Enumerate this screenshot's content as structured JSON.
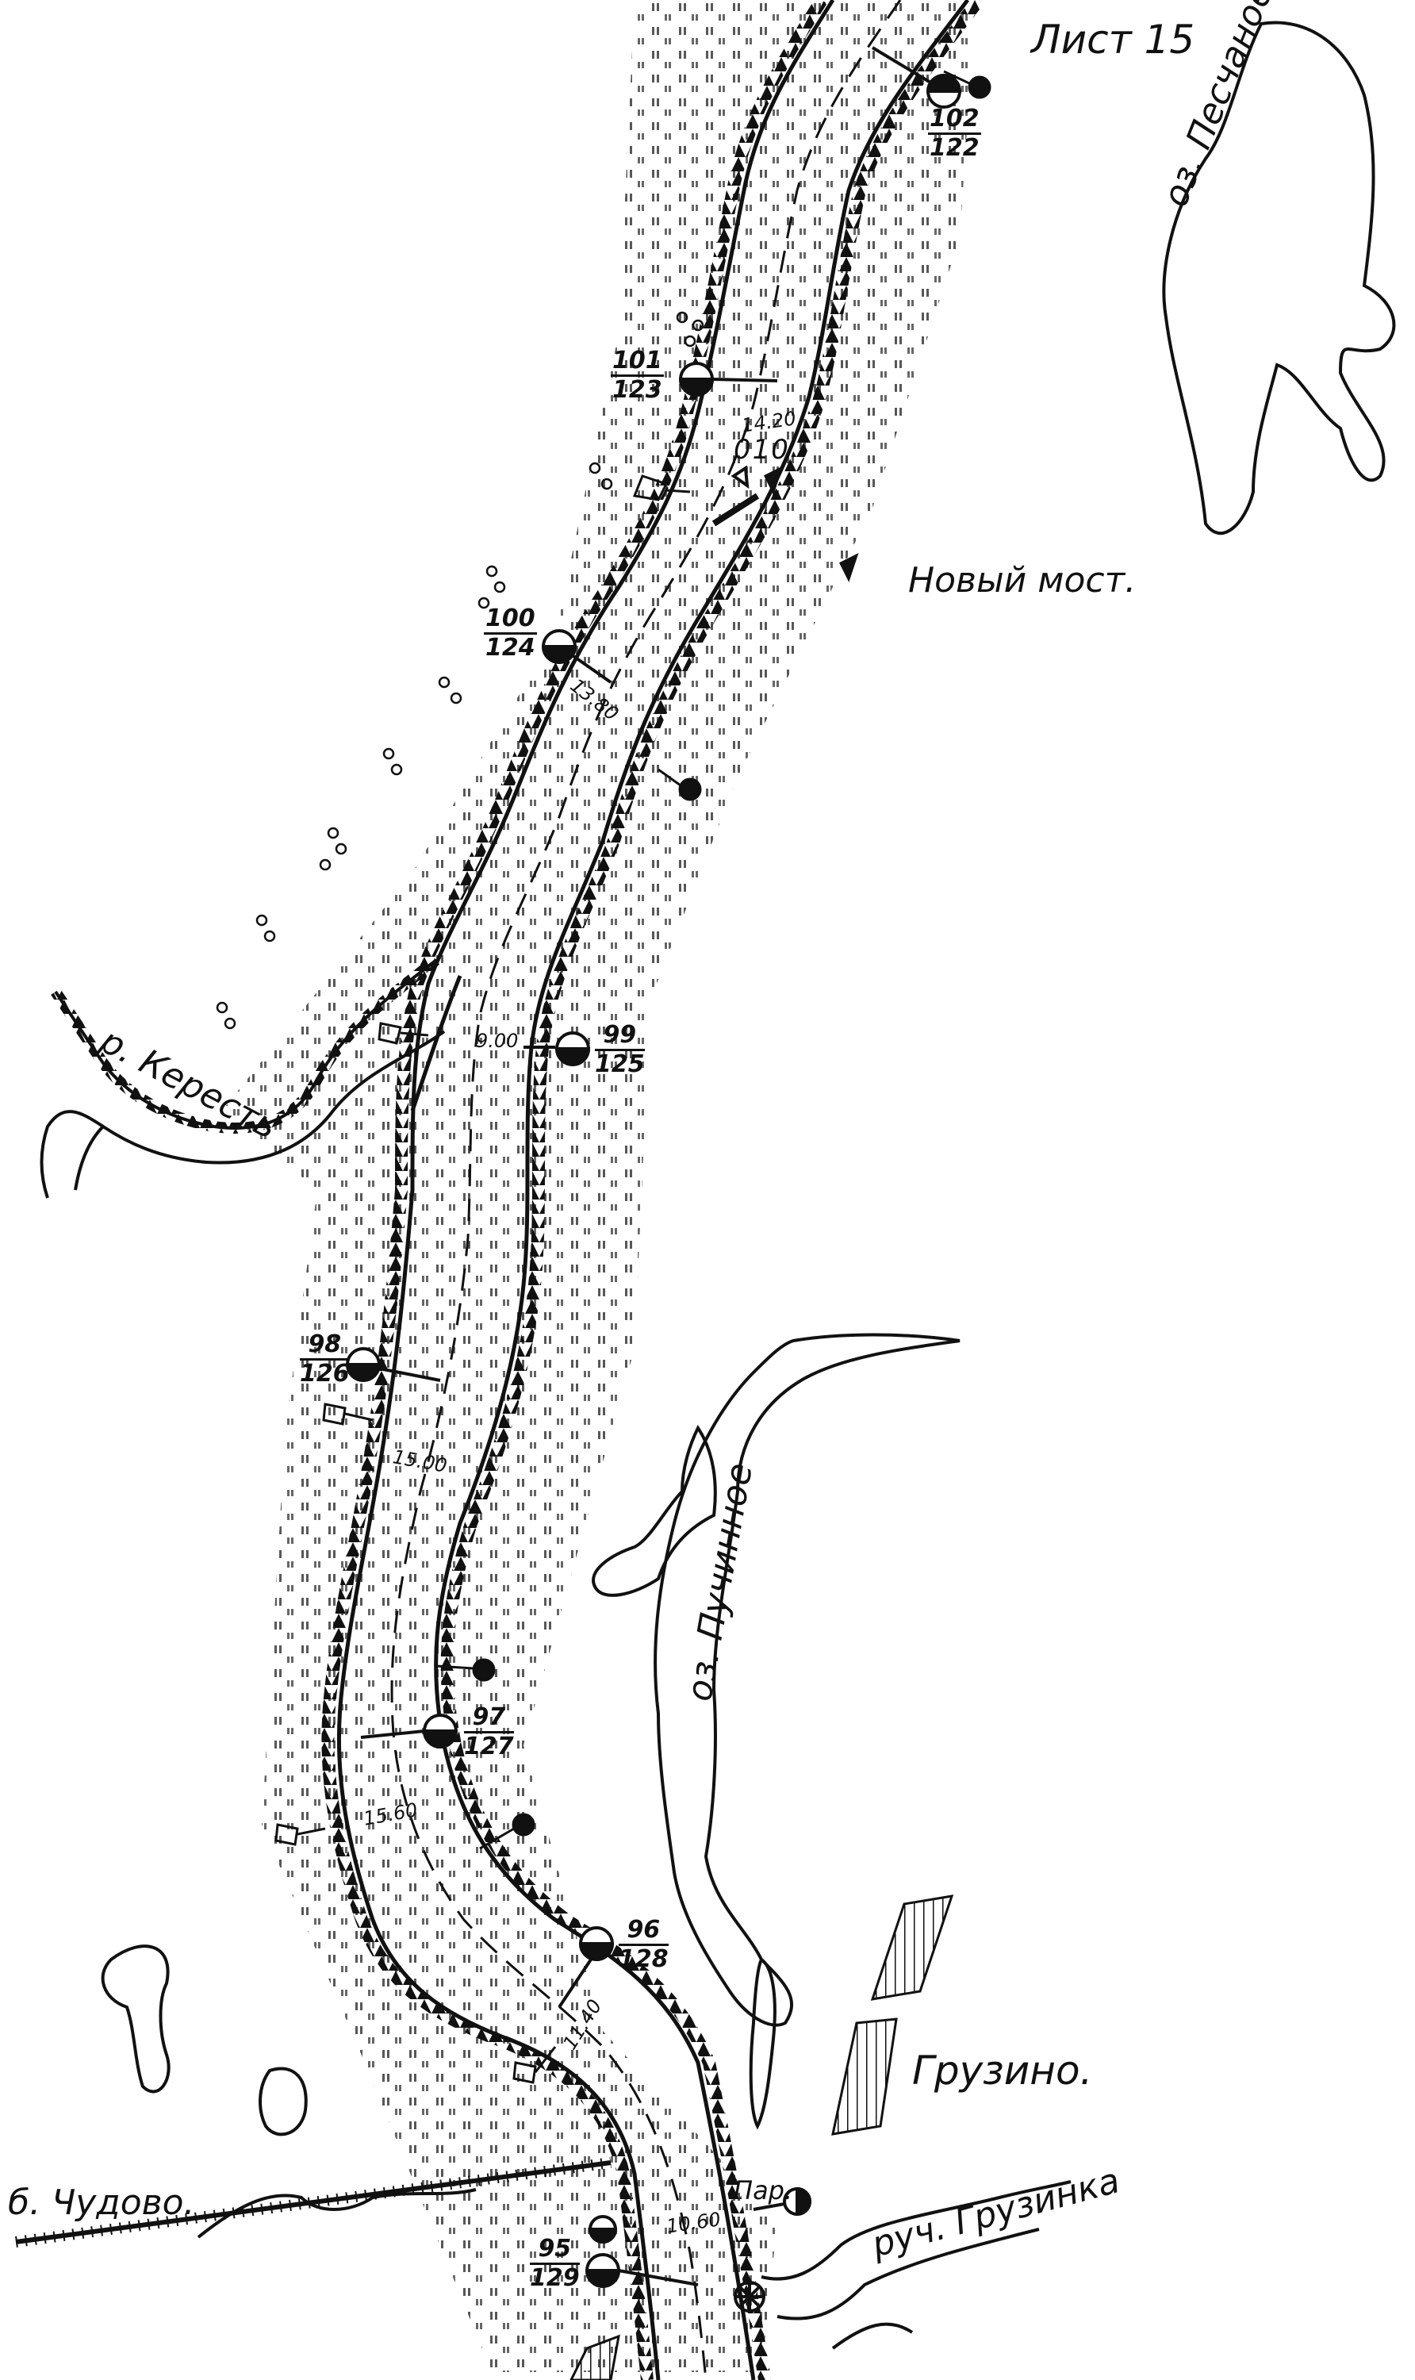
{
  "sheet": {
    "title": "Лист 15"
  },
  "place_names": {
    "lake_peschanoe": "оз. Песчаное",
    "new_bridge": "Новый мост.",
    "river_kerest": "р. Кересть",
    "lake_puchinnoe": "оз. Пучинное",
    "gruzino": "Грузино.",
    "chudovo": "б. Чудово.",
    "stream_gruzinka": "руч. Грузинка",
    "ferry": "Пар."
  },
  "stations": [
    {
      "num": "102",
      "den": "122"
    },
    {
      "num": "101",
      "den": "123"
    },
    {
      "num": "100",
      "den": "124"
    },
    {
      "num": "99",
      "den": "125"
    },
    {
      "num": "98",
      "den": "126"
    },
    {
      "num": "97",
      "den": "127"
    },
    {
      "num": "96",
      "den": "128"
    },
    {
      "num": "95",
      "den": "129"
    }
  ],
  "depths": [
    "14.20",
    "13.80",
    "9.00",
    "15.00",
    "15.60",
    "11.40",
    "10.60"
  ],
  "bridge_mark": "010"
}
